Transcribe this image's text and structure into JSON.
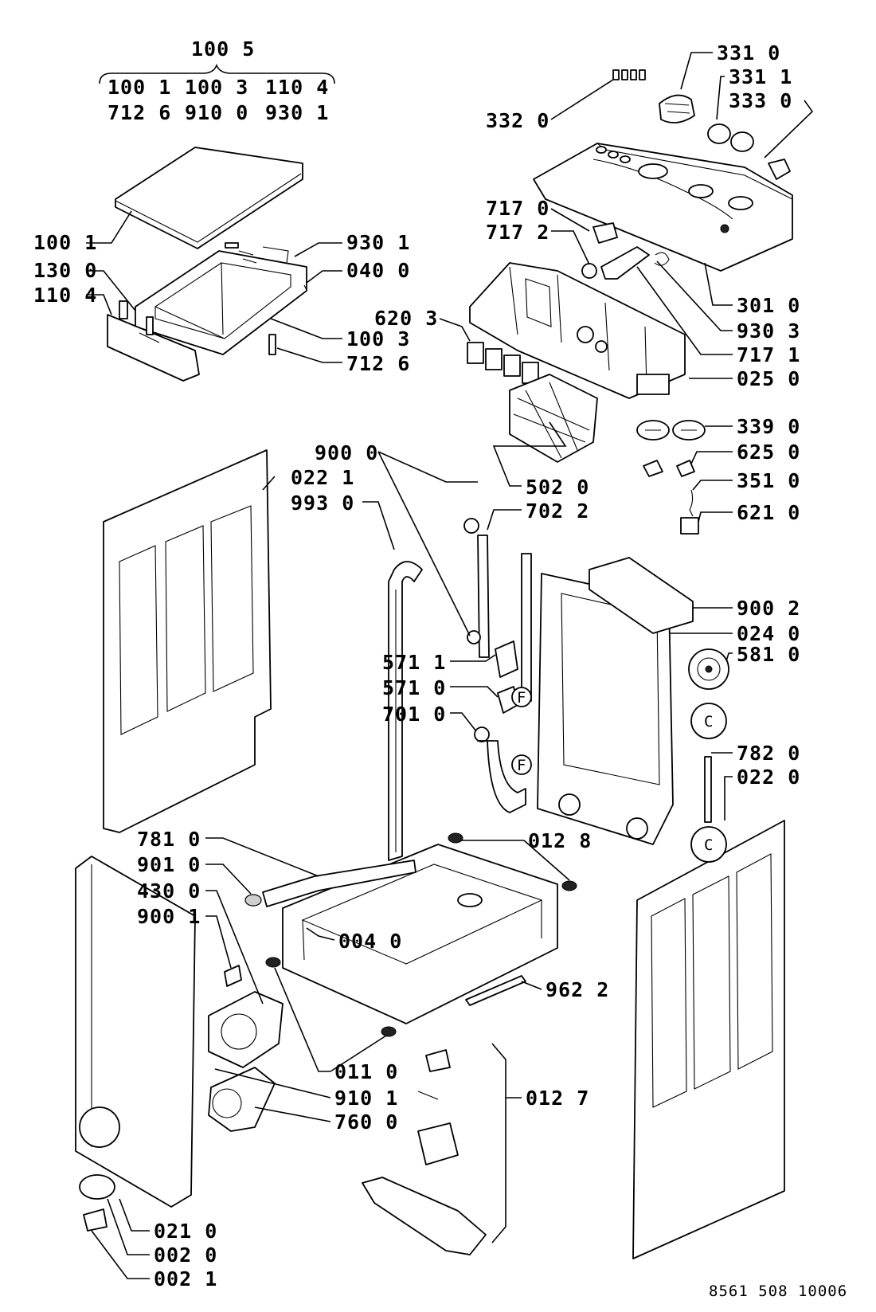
{
  "group": {
    "title": "100 5",
    "row1": [
      "100 1",
      "100 3",
      "110 4"
    ],
    "row2": [
      "712 6",
      "910 0",
      "930 1"
    ]
  },
  "labels": [
    {
      "id": "l_331_0",
      "text": "331 0"
    },
    {
      "id": "l_331_1",
      "text": "331 1"
    },
    {
      "id": "l_333_0",
      "text": "333 0"
    },
    {
      "id": "l_332_0",
      "text": "332 0"
    },
    {
      "id": "l_717_0",
      "text": "717 0"
    },
    {
      "id": "l_717_2",
      "text": "717 2"
    },
    {
      "id": "l_100_1",
      "text": "100 1"
    },
    {
      "id": "l_930_1",
      "text": "930 1"
    },
    {
      "id": "l_130_0",
      "text": "130 0"
    },
    {
      "id": "l_040_0",
      "text": "040 0"
    },
    {
      "id": "l_110_4",
      "text": "110 4"
    },
    {
      "id": "l_620_3",
      "text": "620 3"
    },
    {
      "id": "l_301_0",
      "text": "301 0"
    },
    {
      "id": "l_930_3",
      "text": "930 3"
    },
    {
      "id": "l_100_3",
      "text": "100 3"
    },
    {
      "id": "l_717_1",
      "text": "717 1"
    },
    {
      "id": "l_712_6",
      "text": "712 6"
    },
    {
      "id": "l_025_0",
      "text": "025 0"
    },
    {
      "id": "l_339_0",
      "text": "339 0"
    },
    {
      "id": "l_900_0",
      "text": "900 0"
    },
    {
      "id": "l_625_0",
      "text": "625 0"
    },
    {
      "id": "l_022_1",
      "text": "022 1"
    },
    {
      "id": "l_502_0",
      "text": "502 0"
    },
    {
      "id": "l_351_0",
      "text": "351 0"
    },
    {
      "id": "l_993_0",
      "text": "993 0"
    },
    {
      "id": "l_702_2",
      "text": "702 2"
    },
    {
      "id": "l_621_0",
      "text": "621 0"
    },
    {
      "id": "l_900_2",
      "text": "900 2"
    },
    {
      "id": "l_024_0",
      "text": "024 0"
    },
    {
      "id": "l_571_1",
      "text": "571 1"
    },
    {
      "id": "l_581_0",
      "text": "581 0"
    },
    {
      "id": "l_571_0",
      "text": "571 0"
    },
    {
      "id": "l_701_0",
      "text": "701 0"
    },
    {
      "id": "l_782_0",
      "text": "782 0"
    },
    {
      "id": "l_022_0",
      "text": "022 0"
    },
    {
      "id": "l_781_0",
      "text": "781 0"
    },
    {
      "id": "l_012_8",
      "text": "012 8"
    },
    {
      "id": "l_901_0",
      "text": "901 0"
    },
    {
      "id": "l_430_0",
      "text": "430 0"
    },
    {
      "id": "l_900_1",
      "text": "900 1"
    },
    {
      "id": "l_004_0",
      "text": "004 0"
    },
    {
      "id": "l_962_2",
      "text": "962 2"
    },
    {
      "id": "l_011_0",
      "text": "011 0"
    },
    {
      "id": "l_910_1",
      "text": "910 1"
    },
    {
      "id": "l_012_7",
      "text": "012 7"
    },
    {
      "id": "l_760_0",
      "text": "760 0"
    },
    {
      "id": "l_021_0",
      "text": "021 0"
    },
    {
      "id": "l_002_0",
      "text": "002 0"
    },
    {
      "id": "l_002_1",
      "text": "002 1"
    }
  ],
  "connector_marks": {
    "f1": "F",
    "f2": "F",
    "c1": "C",
    "c2": "C"
  },
  "footer": {
    "drawing_number": "8561 508 10006"
  }
}
